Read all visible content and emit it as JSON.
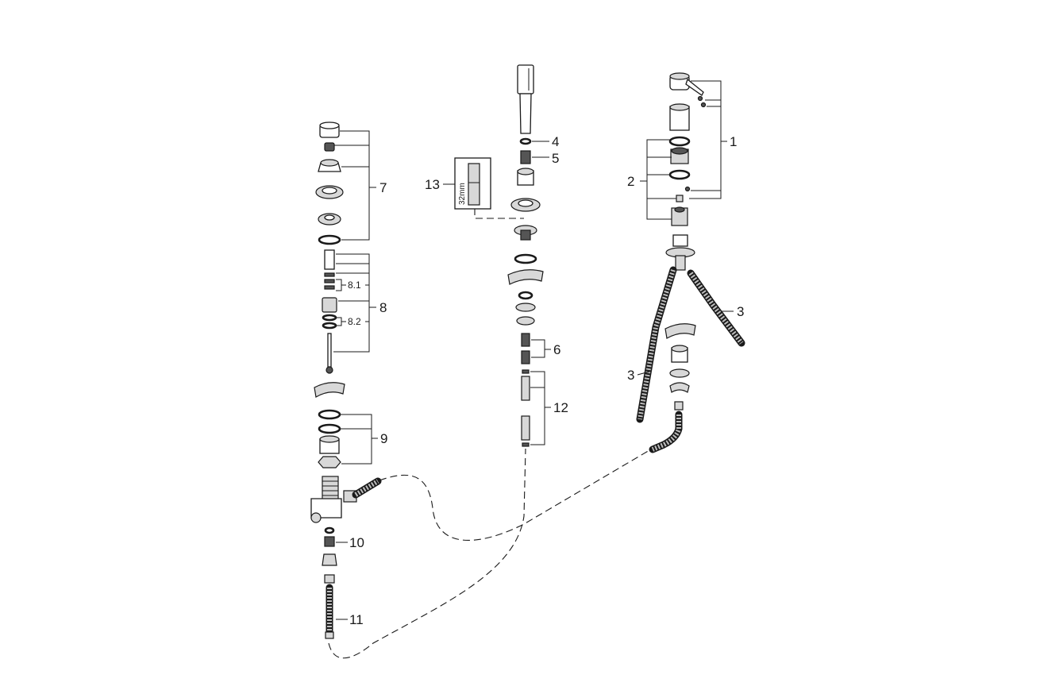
{
  "diagram": {
    "labels": {
      "l1": "1",
      "l2": "2",
      "l3a": "3",
      "l3b": "3",
      "l4": "4",
      "l5": "5",
      "l6": "6",
      "l7": "7",
      "l8": "8",
      "l8_1": "8.1",
      "l8_2": "8.2",
      "l9": "9",
      "l10": "10",
      "l11": "11",
      "l12": "12",
      "l13": "13",
      "dimension": "32mm"
    }
  }
}
